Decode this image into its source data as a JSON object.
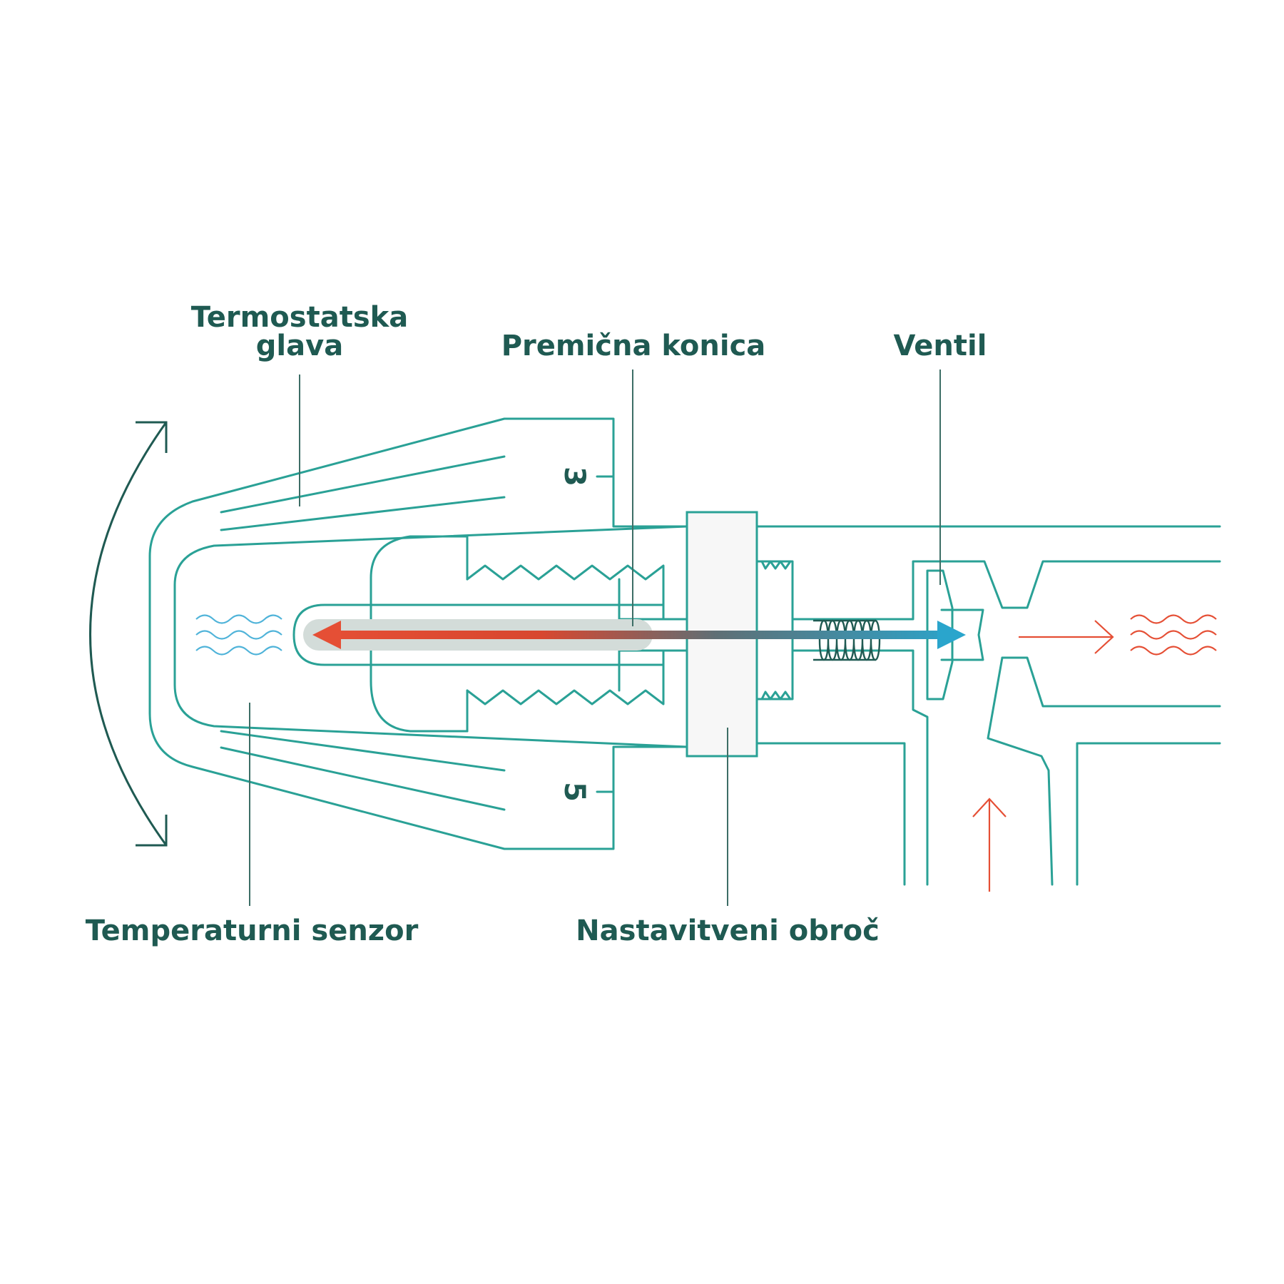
{
  "labels": {
    "thermostatic_head_line1": "Termostatska",
    "thermostatic_head_line2": "glava",
    "moving_pin": "Premična konica",
    "valve": "Ventil",
    "temperature_sensor": "Temperaturni senzor",
    "setting_ring": "Nastavitveni obroč"
  },
  "dial": {
    "upper_mark": "3",
    "lower_mark": "5"
  },
  "colors": {
    "outline": "#2aa196",
    "text": "#1f5a52",
    "hot": "#e54f35",
    "cold": "#2aa5cc",
    "cool_waves": "#4fb3d9"
  }
}
